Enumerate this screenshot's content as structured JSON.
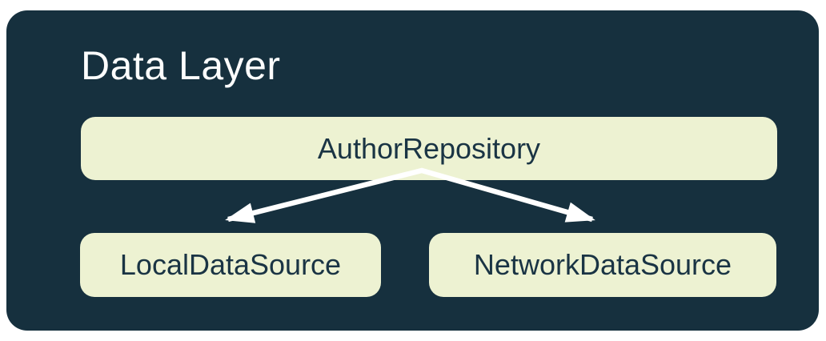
{
  "diagram": {
    "title": "Data Layer",
    "nodes": [
      {
        "id": "author-repository",
        "label": "AuthorRepository"
      },
      {
        "id": "local-data-source",
        "label": "LocalDataSource"
      },
      {
        "id": "network-data-source",
        "label": "NetworkDataSource"
      }
    ],
    "edges": [
      {
        "from": "author-repository",
        "to": "local-data-source"
      },
      {
        "from": "author-repository",
        "to": "network-data-source"
      }
    ],
    "colors": {
      "page_background": "#FFFFFF",
      "container": "#16303E",
      "title_text": "#FCFDFD",
      "node_fill": "#EDF2D2",
      "node_text": "#1A3444",
      "arrow": "#FFFFFF"
    }
  }
}
